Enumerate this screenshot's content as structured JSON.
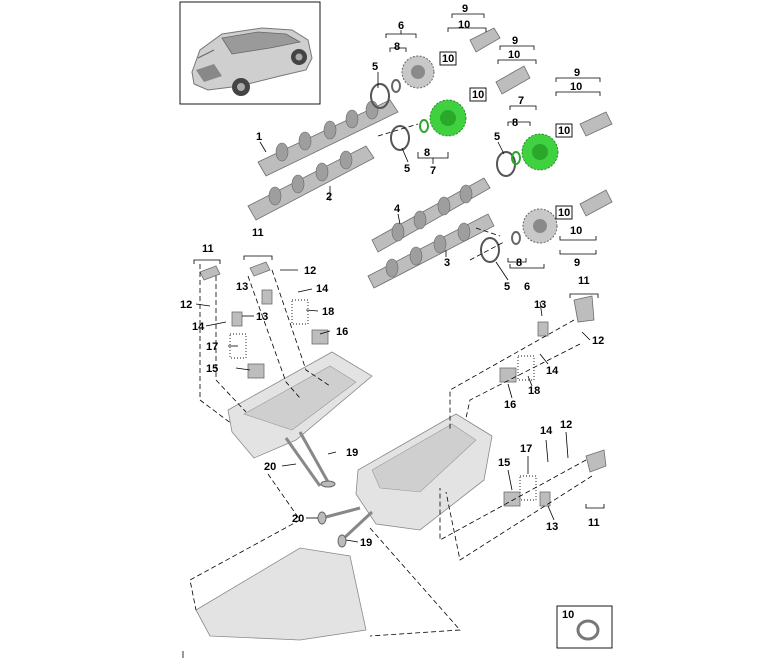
{
  "diagram": {
    "callouts": {
      "c1": "1",
      "c2": "2",
      "c3": "3",
      "c4": "4",
      "c5a": "5",
      "c5b": "5",
      "c5c": "5",
      "c5d": "5",
      "c6a": "6",
      "c6b": "6",
      "c7a": "7",
      "c7b": "7",
      "c8a": "8",
      "c8b": "8",
      "c8c": "8",
      "c8d": "8",
      "c9a": "9",
      "c9b": "9",
      "c9c": "9",
      "c9d": "9",
      "c10a": "10",
      "c10b": "10",
      "c10c": "10",
      "c10d": "10",
      "c10e": "10",
      "c10f": "10",
      "c10g": "10",
      "c10h": "10",
      "c10i": "10",
      "c11a": "11",
      "c11b": "11",
      "c11c": "11",
      "c11d": "11",
      "c12a": "12",
      "c12b": "12",
      "c12c": "12",
      "c12d": "12",
      "c13a": "13",
      "c13b": "13",
      "c13c": "13",
      "c13d": "13",
      "c14a": "14",
      "c14b": "14",
      "c14c": "14",
      "c14d": "14",
      "c15a": "15",
      "c15b": "15",
      "c16a": "16",
      "c16b": "16",
      "c17a": "17",
      "c17b": "17",
      "c18a": "18",
      "c18b": "18",
      "c19a": "19",
      "c19b": "19",
      "c20a": "20",
      "c20b": "20"
    },
    "highlight_color": "#3fd13f",
    "vehicle_thumbnail": "suv-vehicle-thumbnail",
    "detail_inset_label": "10"
  }
}
